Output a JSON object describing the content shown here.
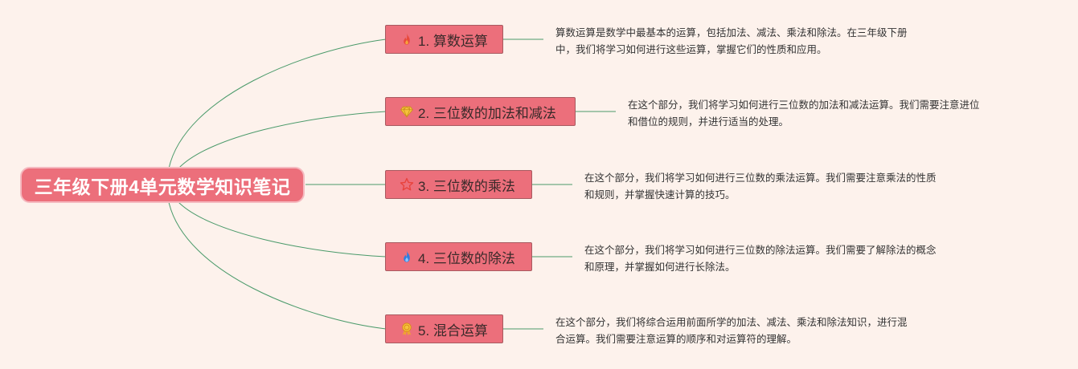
{
  "root": {
    "title": "三年级下册4单元数学知识笔记"
  },
  "branches": [
    {
      "label": "1. 算数运算",
      "icon": "fire-icon",
      "icon_color": "#e84a3c",
      "description": [
        "算数运算是数学中最基本的运算，包括加法、减法、乘法和除法。在三年级下册",
        "中，我们将学习如何进行这些运算，掌握它们的性质和应用。"
      ]
    },
    {
      "label": "2. 三位数的加法和减法",
      "icon": "diamond-icon",
      "icon_color": "#f6c33b",
      "description": [
        "在这个部分，我们将学习如何进行三位数的加法和减法运算。我们需要注意进位",
        "和借位的规则，并进行适当的处理。"
      ]
    },
    {
      "label": "3. 三位数的乘法",
      "icon": "star-icon",
      "icon_color": "#e8423c",
      "description": [
        "在这个部分，我们将学习如何进行三位数的乘法运算。我们需要注意乘法的性质",
        "和规则，并掌握快速计算的技巧。"
      ]
    },
    {
      "label": "4. 三位数的除法",
      "icon": "water-drop-icon",
      "icon_color": "#2f7fe0",
      "description": [
        "在这个部分，我们将学习如何进行三位数的除法运算。我们需要了解除法的概念",
        "和原理，并掌握如何进行长除法。"
      ]
    },
    {
      "label": "5. 混合运算",
      "icon": "medal-icon",
      "icon_color": "#f0a134",
      "description": [
        "在这个部分，我们将综合运用前面所学的加法、减法、乘法和除法知识，进行混",
        "合运算。我们需要注意运算的顺序和对运算符的理解。"
      ]
    }
  ],
  "colors": {
    "background": "#fdf2ec",
    "node_fill": "#ec6f7b",
    "connector": "#4a9a6a"
  }
}
